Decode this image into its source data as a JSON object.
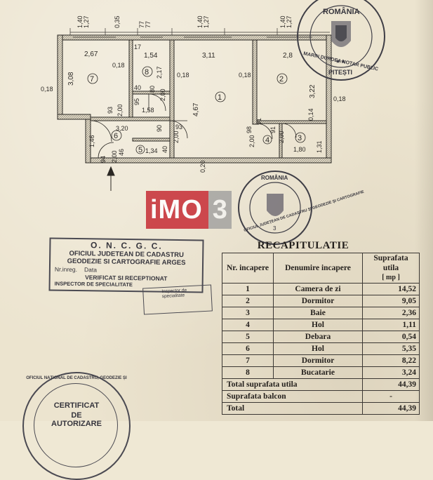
{
  "plan": {
    "dims": {
      "top1": "1,40",
      "top2": "1,27",
      "top3": "0,35",
      "top4": "77",
      "top5": "77",
      "top6": "1,40",
      "top7": "1,27",
      "top8": "1,40",
      "top9": "1,27",
      "r7w": "2,67",
      "r8w": "1,54",
      "r1w": "3,11",
      "r2w": "2,8",
      "r7h": "3,08",
      "r7a": "0,18",
      "left018": "0,18",
      "r8h": "2,17",
      "r8a": "17",
      "r8b": "40",
      "r8c": "80",
      "r8d": "2,00",
      "mid018a": "0,18",
      "r1h": "4,67",
      "mid018b": "0,18",
      "r2h": "3,22",
      "r2a": "0,14",
      "right018": "0,18",
      "w93": "93",
      "w200a": "2,00",
      "w158": "1,58",
      "w95": "95",
      "w320": "3,20",
      "w930": "93",
      "w200b": "2,00",
      "w90": "90",
      "w146": "1,46",
      "w46": "46",
      "w94": "94",
      "w200c": "2,00",
      "w134": "1,34",
      "w40": "40",
      "w91": "91",
      "w98": "98",
      "w200d": "2,00",
      "w91b": "91",
      "w200e": "2,00",
      "w180": "1,80",
      "w131": "1,31",
      "bot020": "0,20"
    },
    "rooms": {
      "r1": "1",
      "r2": "2",
      "r3": "3",
      "r4": "4",
      "r5": "5",
      "r6": "6",
      "r7": "7",
      "r8": "8"
    }
  },
  "seal_top": {
    "ring1": "ROMÂNIA",
    "ring2": "MARIN DURDEA NOTAR PUBLIC",
    "stars": "★★",
    "city": "PITEȘTI"
  },
  "seal_mid": {
    "ring1": "ROMÂNIA",
    "ring2": "OFICIUL JUDEȚEAN DE CADASTRU ȘI GEODEZIE ȘI CARTOGRAFIE",
    "num": "3"
  },
  "watermark": {
    "red": "iMO",
    "grey": "3"
  },
  "ocgc": {
    "title": "O. N. C. G. C.",
    "line1": "OFICIUL JUDETEAN DE CADASTRU",
    "line2": "GEODEZIE SI CARTOGRAFIE ARGES",
    "nr": "Nr.inreg.",
    "data": "Data",
    "verif": "VERIFICAT SI RECEPTIONAT",
    "insp": "INSPECTOR DE SPECIALITATE",
    "insp2": "Inspector de specialitate"
  },
  "recap": {
    "title": "RECAPITULATIE",
    "headers": {
      "nr": "Nr. incapere",
      "den": "Denumire incapere",
      "supr": "Suprafata utila",
      "unit": "[ mp ]"
    },
    "rows": [
      {
        "nr": "1",
        "name": "Camera de zi",
        "area": "14,52"
      },
      {
        "nr": "2",
        "name": "Dormitor",
        "area": "9,05"
      },
      {
        "nr": "3",
        "name": "Baie",
        "area": "2,36"
      },
      {
        "nr": "4",
        "name": "Hol",
        "area": "1,11"
      },
      {
        "nr": "5",
        "name": "Debara",
        "area": "0,54"
      },
      {
        "nr": "6",
        "name": "Hol",
        "area": "5,35"
      },
      {
        "nr": "7",
        "name": "Dormitor",
        "area": "8,22"
      },
      {
        "nr": "8",
        "name": "Bucatarie",
        "area": "3,24"
      }
    ],
    "total_label": "Total suprafata utila",
    "total_value": "44,39",
    "balcon_label": "Suprafata balcon",
    "balcon_value": "-",
    "grand_label": "Total",
    "grand_value": "44,39"
  },
  "cert": {
    "ring": "OFICIUL NAȚIONAL DE CADASTRU, GEODEZIE ȘI",
    "l1": "CERTIFICAT",
    "l2": "DE",
    "l3": "AUTORIZARE"
  },
  "colors": {
    "ink": "#2d2a27",
    "stamp": "#4b4a52",
    "watermark_red": "#c8323a"
  }
}
